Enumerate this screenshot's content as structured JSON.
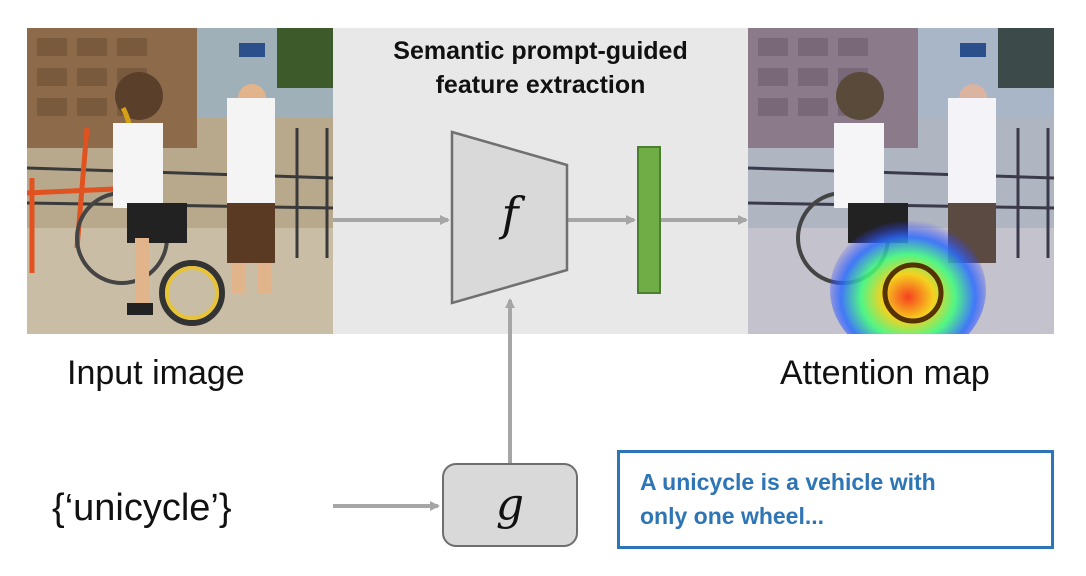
{
  "panel": {
    "title": "Semantic prompt-guided\nfeature extraction"
  },
  "captions": {
    "input": "Input image",
    "output": "Attention map"
  },
  "prompt": {
    "text": "{‘unicycle’}"
  },
  "modules": {
    "encoder_symbol": "f",
    "prompt_encoder_symbol": "g"
  },
  "note": {
    "text": "A unicycle is a vehicle with\nonly one wheel..."
  },
  "colors": {
    "panel_bg": "#e8e8e8",
    "arrow": "#a6a6a6",
    "feature_vector": "#70ad47",
    "note_border": "#2e75b6",
    "note_text": "#2e75b6"
  }
}
